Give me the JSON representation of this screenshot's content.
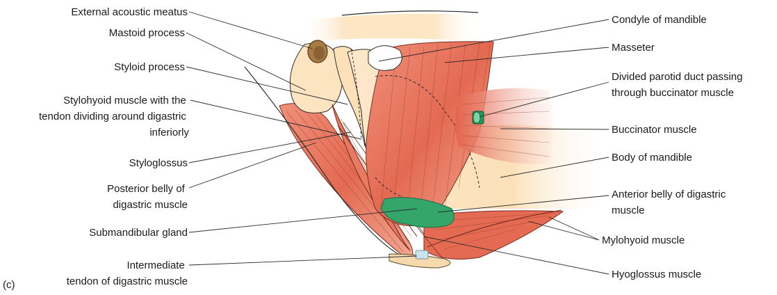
{
  "panel_label": "(c)",
  "labels_left": [
    {
      "id": "external-acoustic-meatus",
      "lines": [
        "External acoustic meatus"
      ]
    },
    {
      "id": "mastoid-process",
      "lines": [
        "Mastoid process"
      ]
    },
    {
      "id": "styloid-process",
      "lines": [
        "Styloid process"
      ]
    },
    {
      "id": "stylohyoid-muscle",
      "lines": [
        "Stylohyoid muscle with the",
        "tendon dividing around digastric",
        "inferiorly"
      ]
    },
    {
      "id": "styloglossus",
      "lines": [
        "Styloglossus"
      ]
    },
    {
      "id": "posterior-belly-digastric",
      "lines": [
        "Posterior belly of",
        "digastric muscle"
      ]
    },
    {
      "id": "submandibular-gland",
      "lines": [
        "Submandibular gland"
      ]
    },
    {
      "id": "intermediate-tendon",
      "lines": [
        "Intermediate",
        "tendon of digastric muscle"
      ]
    }
  ],
  "labels_right": [
    {
      "id": "condyle-of-mandible",
      "lines": [
        "Condyle of mandible"
      ]
    },
    {
      "id": "masseter",
      "lines": [
        "Masseter"
      ]
    },
    {
      "id": "divided-parotid-duct",
      "lines": [
        "Divided parotid duct passing",
        "through buccinator muscle"
      ]
    },
    {
      "id": "buccinator-muscle",
      "lines": [
        "Buccinator muscle"
      ]
    },
    {
      "id": "body-of-mandible",
      "lines": [
        "Body of mandible"
      ]
    },
    {
      "id": "anterior-belly-digastric",
      "lines": [
        "Anterior belly of digastric",
        "muscle"
      ]
    },
    {
      "id": "mylohyoid-muscle",
      "lines": [
        "Mylohyoid muscle"
      ]
    },
    {
      "id": "hyoglossus-muscle",
      "lines": [
        "Hyoglossus muscle"
      ]
    }
  ],
  "colors": {
    "muscle": "#e8705a",
    "muscle_light": "#f3a58f",
    "bone": "#fbe3c0",
    "gland": "#34a66a",
    "duct": "#1f9a5a",
    "mastoid": "#a87a44",
    "line": "#2a2a2a"
  }
}
